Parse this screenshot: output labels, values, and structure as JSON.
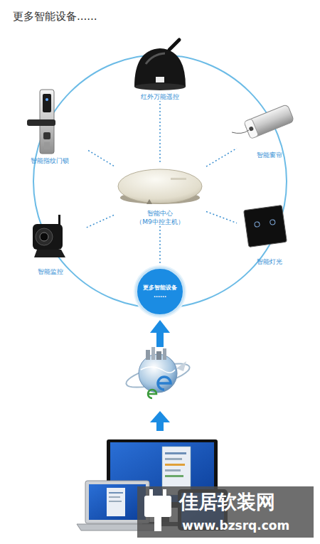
{
  "diagram": {
    "title": "更多智能设备......",
    "nodes": [
      {
        "text": [
          "红外万能遥控"
        ]
      },
      {
        "text": [
          "智能指纹门锁"
        ]
      },
      {
        "text": [
          "智能窗帘"
        ]
      },
      {
        "text": [
          "智能中心 （M9中控主机）"
        ]
      },
      {
        "text": [
          "智能灯光"
        ]
      },
      {
        "text": [
          "智能监控"
        ]
      },
      {
        "text": [
          "更多智能设备",
          "......"
        ]
      }
    ],
    "edges": [
      {
        "from": 3,
        "to": 0,
        "arrow": "none"
      },
      {
        "from": 3,
        "to": 1,
        "arrow": "none"
      },
      {
        "from": 3,
        "to": 2,
        "arrow": "none"
      },
      {
        "from": 3,
        "to": 4,
        "arrow": "none"
      },
      {
        "from": 3,
        "to": 5,
        "arrow": "none"
      },
      {
        "from": 3,
        "to": 6,
        "arrow": "none"
      }
    ],
    "labels": [
      "佳居软装网",
      "www.bzsrq.com"
    ]
  }
}
